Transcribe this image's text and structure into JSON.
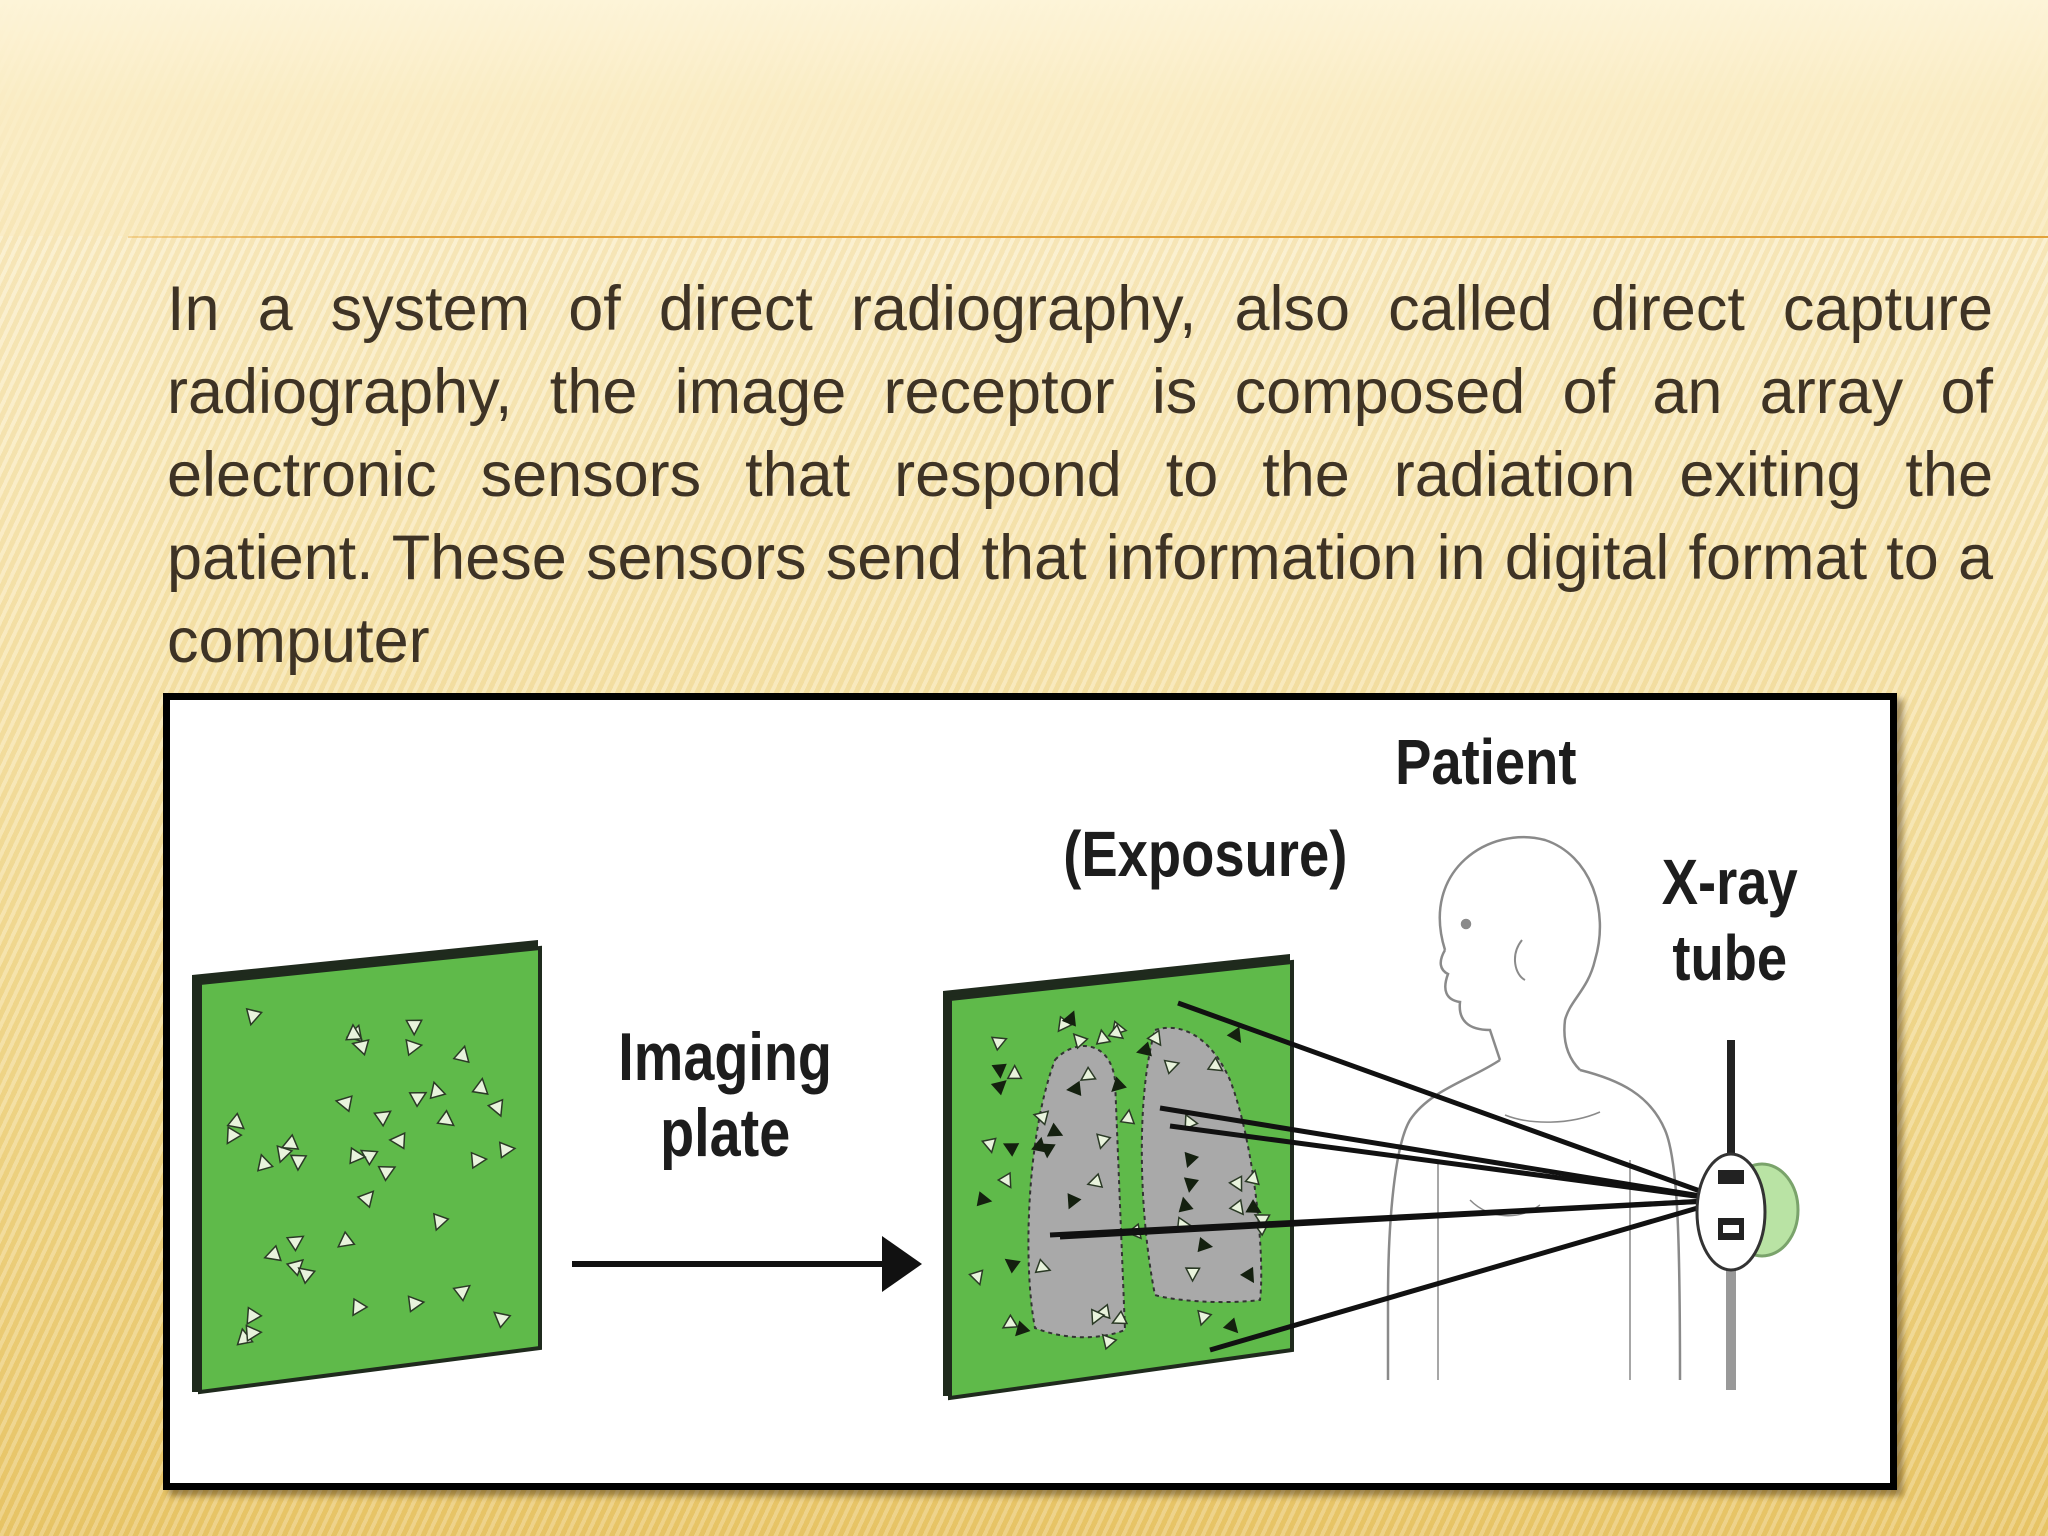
{
  "slide": {
    "body": "In a system of direct radiography, also called direct capture radiography, the image receptor is composed of an array of electronic sensors that respond to the radiation exiting the patient. These sensors send that information in digital format to a computer"
  },
  "figure": {
    "labels": {
      "patient": "Patient",
      "exposure": "(Exposure)",
      "xray_line1": "X-ray",
      "xray_line2": "tube",
      "imaging_line1": "Imaging",
      "imaging_line2": "plate"
    },
    "colors": {
      "plate_green": "#5fba4a",
      "plate_edge": "#1f2a1d",
      "lung_gray": "#a9a9a9",
      "frame_black": "#000000"
    }
  }
}
